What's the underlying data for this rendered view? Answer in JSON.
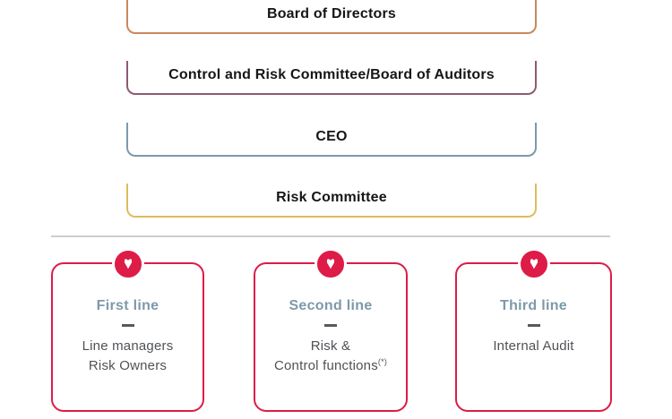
{
  "governance_boxes": [
    {
      "label": "Board of Directors",
      "border_color": "#c9875f"
    },
    {
      "label": "Control and Risk Committee/Board of Auditors",
      "border_color": "#8d5a72"
    },
    {
      "label": "CEO",
      "border_color": "#7d99a9"
    },
    {
      "label": "Risk Committee",
      "border_color": "#dcbc5e"
    }
  ],
  "separator_color": "#cecece",
  "lines_of_defense": {
    "accent_color": "#dd1c47",
    "title_color": "#7d99a9",
    "body_text_color": "#4f5256",
    "cards": [
      {
        "title": "First line",
        "icon": "arrow-down-icon",
        "body_lines": [
          "Line managers",
          "Risk Owners"
        ]
      },
      {
        "title": "Second line",
        "icon": "arrow-down-icon",
        "body_lines": [
          "Risk &",
          "Control functions"
        ],
        "superscript": "(*)"
      },
      {
        "title": "Third line",
        "icon": "arrow-down-icon",
        "body_lines": [
          "Internal Audit"
        ]
      }
    ]
  }
}
